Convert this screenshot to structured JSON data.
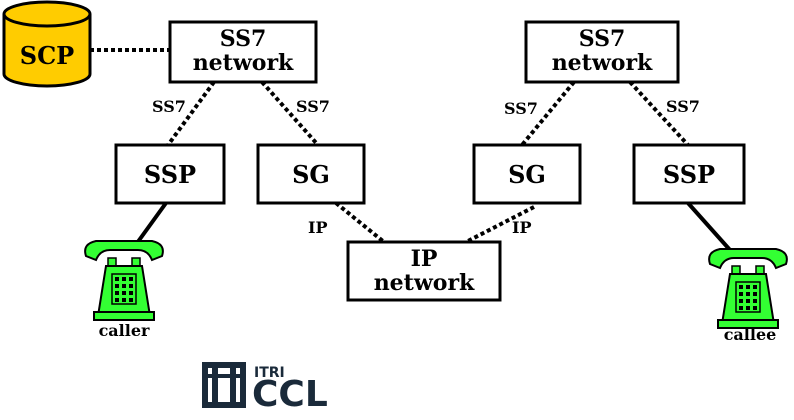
{
  "colors": {
    "scp_fill": "#FFCC00",
    "phone_fill": "#33FF33",
    "line": "#000000",
    "logo": "#1a2a3a"
  },
  "nodes": {
    "scp": {
      "label": "SCP"
    },
    "ss7_left": {
      "line1": "SS7",
      "line2": "network"
    },
    "ss7_right": {
      "line1": "SS7",
      "line2": "network"
    },
    "ssp_left": {
      "label": "SSP"
    },
    "sg_left": {
      "label": "SG"
    },
    "sg_right": {
      "label": "SG"
    },
    "ssp_right": {
      "label": "SSP"
    },
    "ip_network": {
      "line1": "IP",
      "line2": "network"
    }
  },
  "links": {
    "ss7_a": "SS7",
    "ss7_b": "SS7",
    "ss7_c": "SS7",
    "ss7_d": "SS7",
    "ip_left": "IP",
    "ip_right": "IP"
  },
  "phones": {
    "caller": {
      "label": "caller",
      "icon": "telephone-icon"
    },
    "callee": {
      "label": "callee",
      "icon": "telephone-icon"
    }
  },
  "logo": {
    "top": "ITRI",
    "bottom": "CCL",
    "icon": "itri-logo-icon"
  }
}
